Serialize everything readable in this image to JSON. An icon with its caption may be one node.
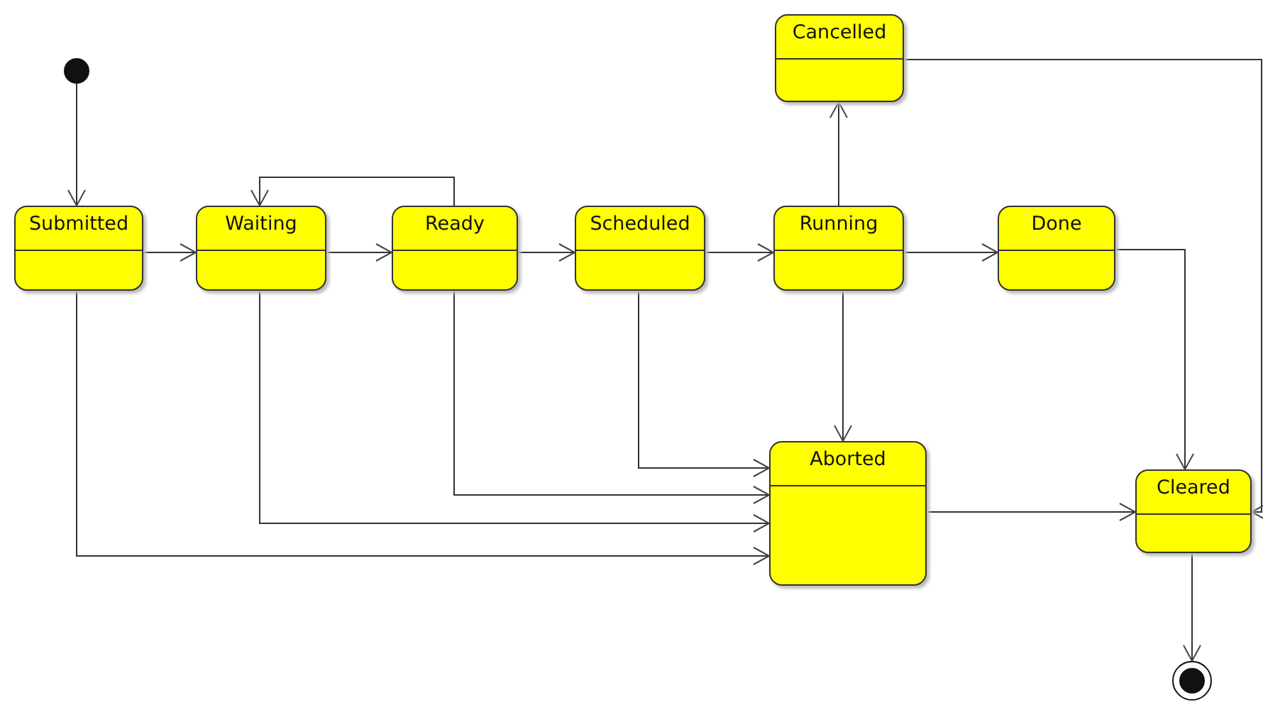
{
  "diagram": {
    "nodes": [
      {
        "text": [],
        "shape": "circle"
      },
      {
        "text": [
          "Submitted"
        ]
      },
      {
        "text": [
          "Waiting"
        ]
      },
      {
        "text": [
          "Ready"
        ]
      },
      {
        "text": [
          "Scheduled"
        ]
      },
      {
        "text": [
          "Running"
        ]
      },
      {
        "text": [
          "Done"
        ]
      },
      {
        "text": [
          "Cancelled"
        ]
      },
      {
        "text": [
          "Aborted"
        ]
      },
      {
        "text": [
          "Cleared"
        ]
      },
      {
        "text": [],
        "shape": "final"
      }
    ],
    "edges": [
      {
        "from": 0,
        "to": 1,
        "arrow": "to"
      },
      {
        "from": 1,
        "to": 2,
        "arrow": "to"
      },
      {
        "from": 2,
        "to": 3,
        "arrow": "to"
      },
      {
        "from": 3,
        "to": 2,
        "arrow": "to"
      },
      {
        "from": 3,
        "to": 4,
        "arrow": "to"
      },
      {
        "from": 4,
        "to": 5,
        "arrow": "to"
      },
      {
        "from": 5,
        "to": 6,
        "arrow": "to"
      },
      {
        "from": 5,
        "to": 7,
        "arrow": "to"
      },
      {
        "from": 5,
        "to": 8,
        "arrow": "to"
      },
      {
        "from": 4,
        "to": 8,
        "arrow": "to"
      },
      {
        "from": 3,
        "to": 8,
        "arrow": "to"
      },
      {
        "from": 2,
        "to": 8,
        "arrow": "to"
      },
      {
        "from": 1,
        "to": 8,
        "arrow": "to"
      },
      {
        "from": 6,
        "to": 9,
        "arrow": "to"
      },
      {
        "from": 8,
        "to": 9,
        "arrow": "to"
      },
      {
        "from": 7,
        "to": 9,
        "arrow": "to"
      },
      {
        "from": 9,
        "to": 10,
        "arrow": "to"
      }
    ]
  }
}
